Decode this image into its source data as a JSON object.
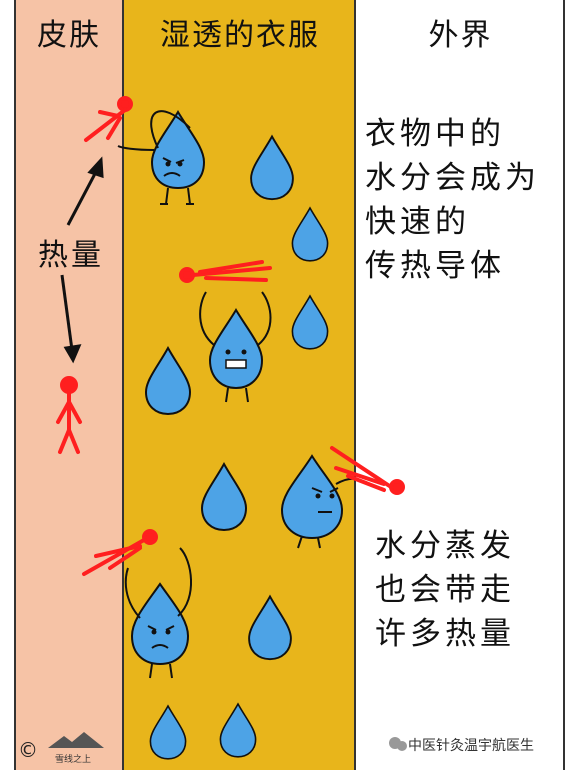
{
  "headers": {
    "skin": "皮肤",
    "clothes": "湿透的衣服",
    "outside": "外界"
  },
  "left_label": "热量",
  "note_conduction": [
    "衣物中的",
    "水分会成为",
    "快速的",
    "传热导体"
  ],
  "note_evaporation": [
    "水分蒸发",
    "也会带走",
    "许多热量"
  ],
  "copyright_symbol": "©",
  "logo_caption": "雪线之上",
  "wechat_tag": "中医针灸温宇航医生",
  "colors": {
    "skin": "#f6c3a6",
    "clothes": "#e8b51b",
    "outside": "#ffffff",
    "droplet": "#4da3e6",
    "heat": "#ff1f1f"
  }
}
